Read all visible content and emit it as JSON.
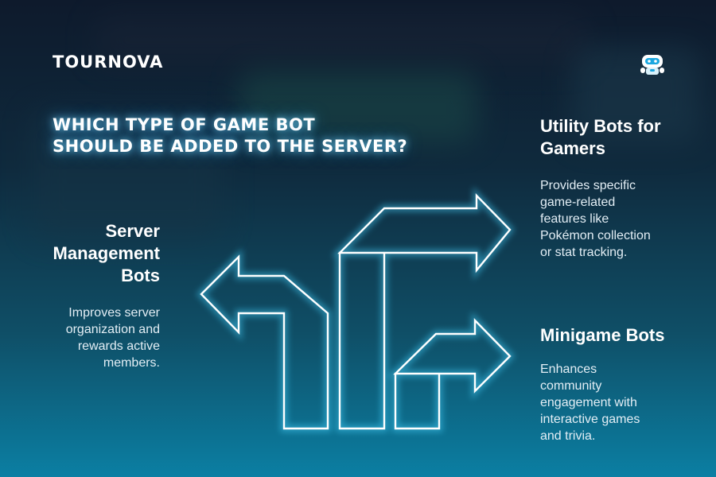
{
  "brand": {
    "name": "TOURNOVA",
    "mascot_icon": "robot-mascot-icon"
  },
  "headline": {
    "line1": "WHICH TYPE OF GAME BOT",
    "line2": "SHOULD BE ADDED TO THE SERVER?"
  },
  "options": {
    "server_management": {
      "title": [
        "Server",
        "Management",
        "Bots"
      ],
      "description": [
        "Improves server",
        "organization and",
        "rewards active",
        "members."
      ]
    },
    "utility": {
      "title": [
        "Utility Bots for",
        "Gamers"
      ],
      "description": [
        "Provides specific",
        "game-related",
        "features like",
        "Pokémon collection",
        "or stat tracking."
      ]
    },
    "minigame": {
      "title": [
        "Minigame Bots"
      ],
      "description": [
        "Enhances",
        "community",
        "engagement with",
        "interactive games",
        "and trivia."
      ]
    }
  },
  "colors": {
    "neon_glow": "#47d4ff",
    "text": "#ffffff",
    "bg_top": "#0e1a2c",
    "bg_bottom": "#0b7fa3"
  }
}
